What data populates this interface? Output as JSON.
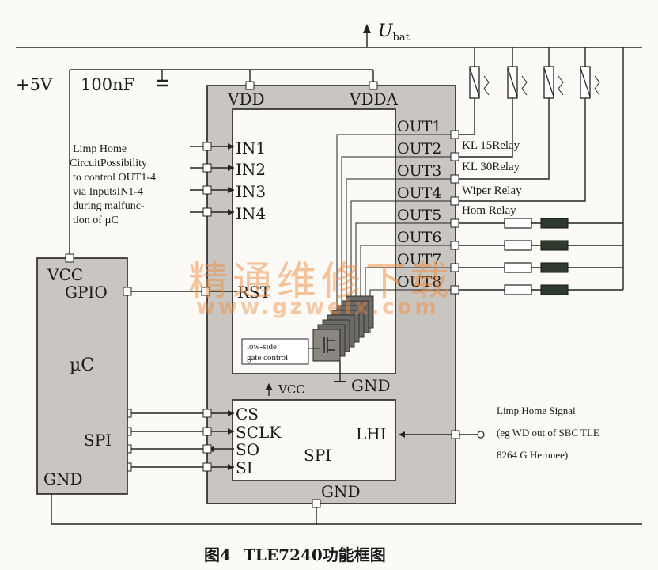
{
  "supply": {
    "ubat": "U",
    "ubat_sub": "bat",
    "plus5v": "+5V",
    "cap": "100nF"
  },
  "note": {
    "lines": [
      "Limp Home",
      "CircuitPossibility",
      "to control OUT1-4",
      "via InputsIN1-4",
      "during malfunc-",
      "tion of µC"
    ]
  },
  "chip": {
    "vdd": "VDD",
    "vdda": "VDDA",
    "inputs": [
      "IN1",
      "IN2",
      "IN3",
      "IN4"
    ],
    "rst": "RST",
    "outputs": [
      "OUT1",
      "OUT2",
      "OUT3",
      "OUT4",
      "OUT5",
      "OUT6",
      "OUT7",
      "OUT8"
    ],
    "gate_line1": "low-side",
    "gate_line2": "gate control",
    "gnd_core": "GND",
    "vcc": "VCC",
    "gnd": "GND"
  },
  "relays": [
    "KL 15Relay",
    "KL 30Relay",
    "Wiper Relay",
    "Hom Relay"
  ],
  "spi_block": {
    "title": "SPI",
    "pins": [
      "CS",
      "SCLK",
      "SO",
      "SI"
    ],
    "lhi": "LHI"
  },
  "mcu": {
    "vcc": "VCC",
    "gpio": "GPIO",
    "name": "µC",
    "spi": "SPI",
    "gnd": "GND"
  },
  "limp_signal": {
    "lines": [
      "Limp Home Signal",
      "(eg WD out of SBC TLE",
      "8264 G Hernnee)"
    ]
  },
  "watermark": {
    "cn": "精通维修下载",
    "url": "www.gzweix.com"
  },
  "caption": {
    "fig": "图4",
    "title": "TLE7240功能框图"
  },
  "colors": {
    "block_fill": "#c9c6c1",
    "mosfet": "#6c6a66",
    "led": "#2e3a2e",
    "watermark": "#f08a3c"
  }
}
